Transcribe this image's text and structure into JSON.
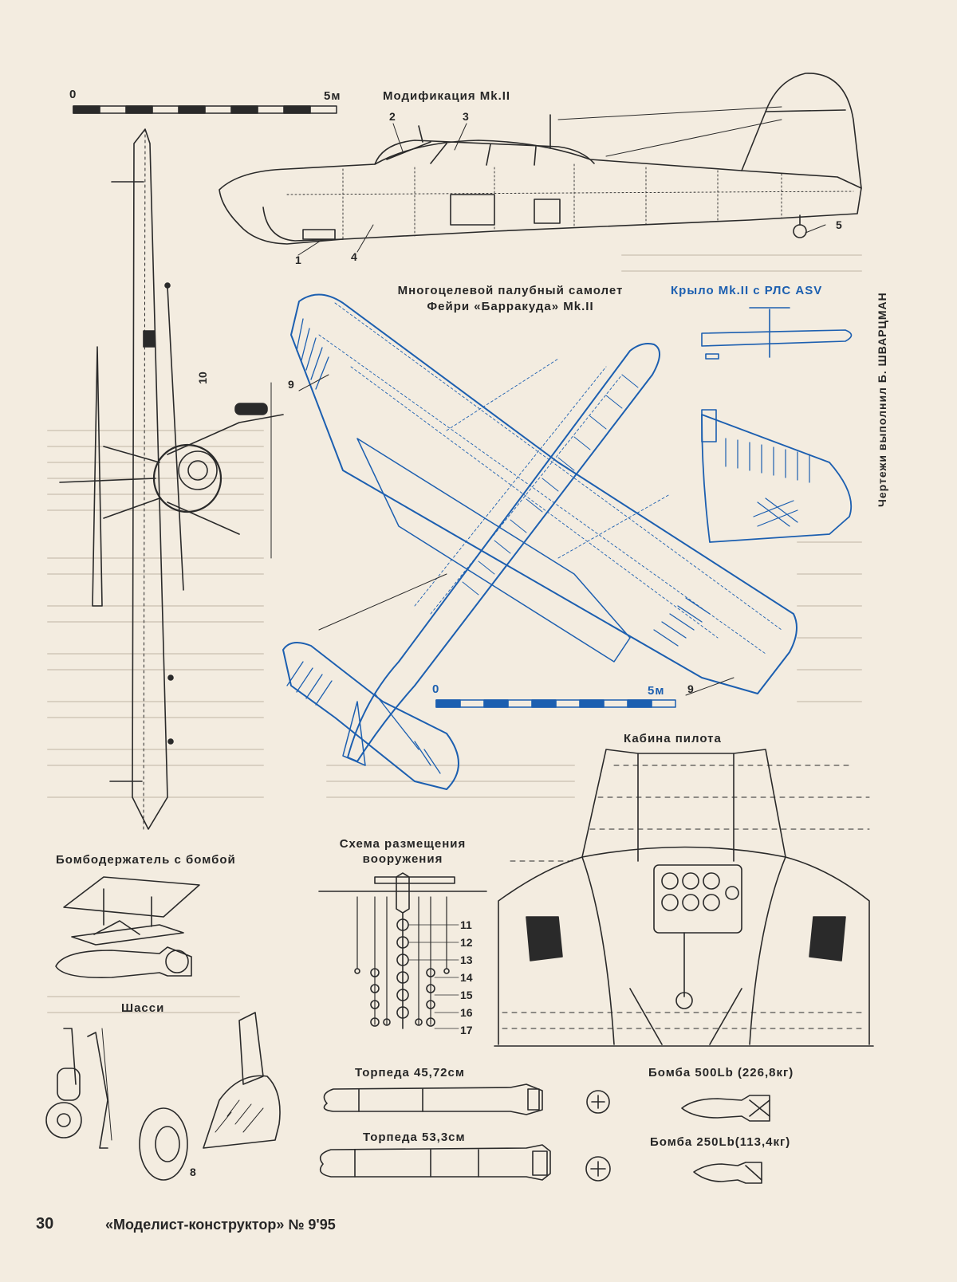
{
  "footer": {
    "page_number": "30",
    "journal": "«Моделист-конструктор» № 9'95"
  },
  "credit": "Чертежи выполнил Б. ШВАРЦМАН",
  "side_view": {
    "title": "Модификация Mk.II",
    "scale": {
      "start": "0",
      "end": "5м"
    },
    "callouts": [
      "1",
      "2",
      "3",
      "4",
      "5"
    ]
  },
  "main_view": {
    "title_line1": "Многоцелевой палубный самолет",
    "title_line2": "Фейри «Барракуда» Mk.II",
    "scale": {
      "start": "0",
      "end": "5м"
    },
    "callouts": [
      "9",
      "9"
    ]
  },
  "front_view": {
    "callouts": [
      "10"
    ]
  },
  "asv_wing": {
    "title": "Крыло Mk.II с РЛС ASV"
  },
  "cockpit": {
    "title": "Кабина пилота"
  },
  "bomb_rack": {
    "title": "Бомбодержатель с бомбой"
  },
  "gear": {
    "title": "Шасси",
    "callouts": [
      "8"
    ]
  },
  "armament": {
    "title_line1": "Схема размещения",
    "title_line2": "вооружения",
    "callouts": [
      "11",
      "12",
      "13",
      "14",
      "15",
      "16",
      "17"
    ]
  },
  "torpedo_1": {
    "title": "Торпеда 45,72см"
  },
  "torpedo_2": {
    "title": "Торпеда 53,3см"
  },
  "bomb_500": {
    "title": "Бомба 500Lb (226,8кг)"
  },
  "bomb_250": {
    "title": "Бомба 250Lb(113,4кг)"
  },
  "colors": {
    "ink": "#262626",
    "blue": "#1c5fb0",
    "paper": "#f3ece0"
  }
}
